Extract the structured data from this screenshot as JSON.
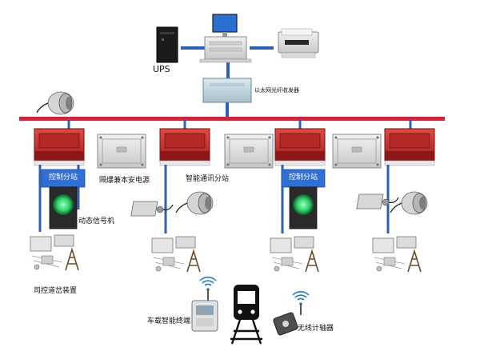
{
  "labels": {
    "ups": "UPS",
    "fiber_transceiver": "以太网光纤收发器",
    "control_station": "控制分站",
    "intrinsic_power": "隔爆兼本安电源",
    "comm_station": "智能通讯分站",
    "dynamic_signal": "动态信号机",
    "switch_device": "司控道岔装置",
    "vehicle_terminal": "车载智能终端",
    "wireless_counter": "无线计轴器"
  },
  "colors": {
    "ring_bus": "#c8283a",
    "vertical_line": "#2f5fb0",
    "control_box": "#2f6fd6",
    "explosion_box": "#c42b2b",
    "signal_green": "#2fd06a",
    "wifi": "#1a7fd1"
  },
  "icons": [
    "ups-tower-icon",
    "workstation-icon",
    "printer-icon",
    "fiber-transceiver-icon",
    "camera-icon",
    "explosion-proof-box-icon",
    "power-supply-icon",
    "signal-light-icon",
    "sensor-icon",
    "turnout-device-icon",
    "train-icon",
    "wifi-icon",
    "tablet-icon",
    "axle-counter-icon"
  ]
}
